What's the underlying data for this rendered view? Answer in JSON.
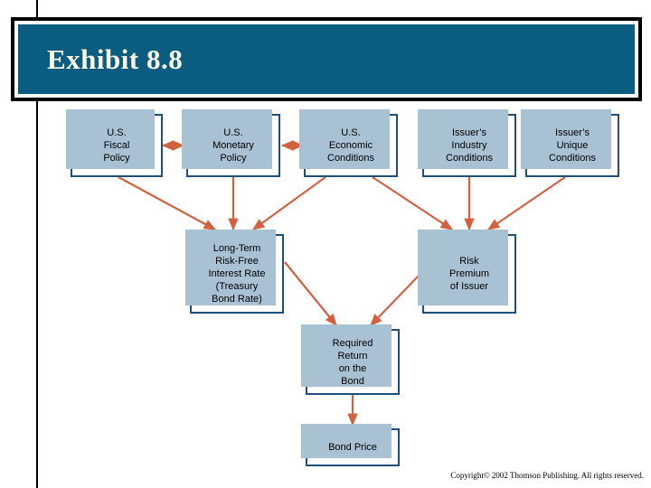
{
  "slide": {
    "title": "Exhibit 8.8",
    "title_bg_color": "#0a5c80",
    "title_text_color": "#fdf8e3",
    "box_border_color": "#1f4e79",
    "box_shadow_color": "#a8c2d4",
    "arrow_color": "#d2623f",
    "copyright": "Copyright© 2002 Thomson Publishing. All rights reserved."
  },
  "diagram": {
    "nodes": [
      {
        "id": "fiscal",
        "label": "U.S.\nFiscal\nPolicy"
      },
      {
        "id": "monetary",
        "label": "U.S.\nMonetary\nPolicy"
      },
      {
        "id": "economic",
        "label": "U.S.\nEconomic\nConditions"
      },
      {
        "id": "industry",
        "label": "Issuer’s\nIndustry\nConditions"
      },
      {
        "id": "unique",
        "label": "Issuer’s\nUnique\nConditions"
      },
      {
        "id": "riskfree",
        "label": "Long-Term\nRisk-Free\nInterest Rate\n(Treasury\nBond Rate)"
      },
      {
        "id": "premium",
        "label": "Risk\nPremium\nof Issuer"
      },
      {
        "id": "required",
        "label": "Required\nReturn\non the\nBond"
      },
      {
        "id": "price",
        "label": "Bond Price"
      }
    ],
    "edges": [
      {
        "from": "fiscal",
        "to": "monetary",
        "style": "double-headed"
      },
      {
        "from": "monetary",
        "to": "economic",
        "style": "double-headed"
      },
      {
        "from": "fiscal",
        "to": "riskfree",
        "style": "arrow"
      },
      {
        "from": "monetary",
        "to": "riskfree",
        "style": "arrow"
      },
      {
        "from": "economic",
        "to": "riskfree",
        "style": "arrow"
      },
      {
        "from": "economic",
        "to": "premium",
        "style": "arrow"
      },
      {
        "from": "industry",
        "to": "premium",
        "style": "arrow"
      },
      {
        "from": "unique",
        "to": "premium",
        "style": "arrow"
      },
      {
        "from": "riskfree",
        "to": "required",
        "style": "arrow"
      },
      {
        "from": "premium",
        "to": "required",
        "style": "arrow"
      },
      {
        "from": "required",
        "to": "price",
        "style": "arrow"
      }
    ]
  }
}
